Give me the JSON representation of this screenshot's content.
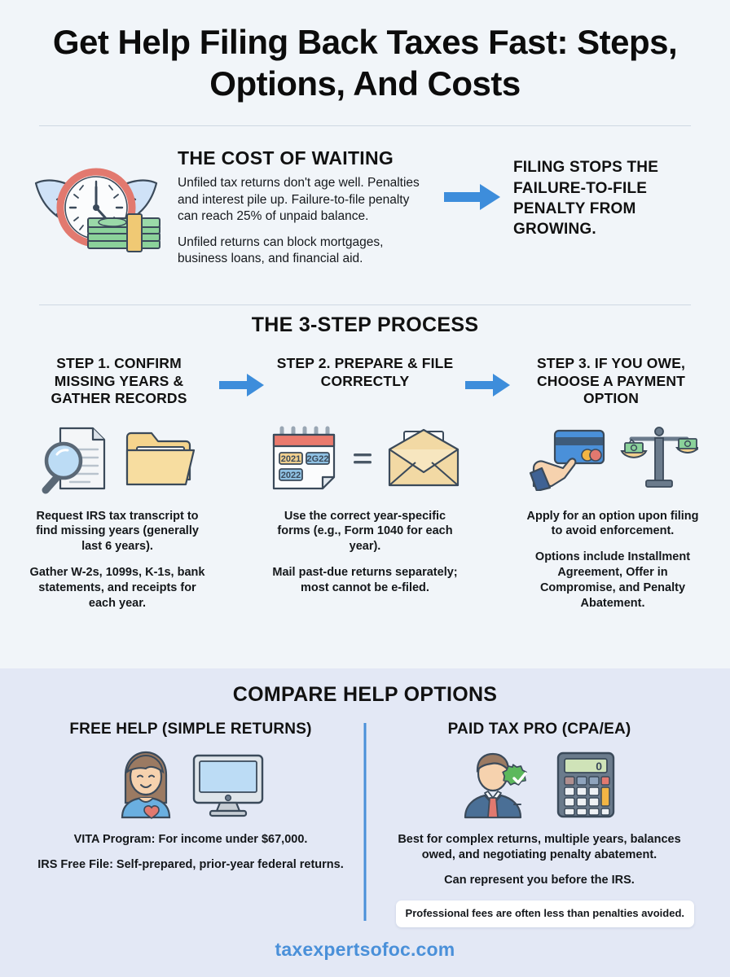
{
  "title": "Get Help Filing Back Taxes Fast: Steps, Options, And Costs",
  "cost_section": {
    "heading": "THE COST OF WAITING",
    "paragraphs": [
      "Unfiled tax returns don't age well. Penalties and interest pile up. Failure-to-file penalty can reach 25% of unpaid balance.",
      "Unfiled returns can block mortgages, business loans, and financial aid."
    ],
    "callout": "FILING STOPS THE FAILURE-TO-FILE PENALTY FROM GROWING.",
    "icon": "winged-clock-money-icon",
    "arrow": "arrow-right-icon"
  },
  "process_section": {
    "heading": "THE 3-STEP PROCESS",
    "steps": [
      {
        "title": "STEP 1. CONFIRM MISSING YEARS & GATHER RECORDS",
        "icons": [
          "magnifier-document-icon",
          "folder-icon"
        ],
        "points": [
          "Request IRS tax transcript to find missing years (generally last 6 years).",
          "Gather W-2s, 1099s, K-1s, bank statements, and receipts for each year."
        ]
      },
      {
        "title": "STEP 2. PREPARE & FILE CORRECTLY",
        "icons": [
          "calendar-years-icon",
          "envelope-letter-icon"
        ],
        "calendar_years": [
          "2021",
          "2G22",
          "2022"
        ],
        "points": [
          "Use the correct year-specific forms (e.g., Form 1040 for each year).",
          "Mail past-due returns separately; most cannot be e-filed."
        ]
      },
      {
        "title": "STEP 3. IF YOU OWE, CHOOSE A PAYMENT OPTION",
        "icons": [
          "hand-credit-card-icon",
          "balance-scale-money-icon"
        ],
        "points": [
          "Apply for an option upon filing to avoid enforcement.",
          "Options include Installment Agreement, Offer in Compromise, and Penalty Abatement."
        ]
      }
    ]
  },
  "compare_section": {
    "heading": "COMPARE HELP OPTIONS",
    "options": [
      {
        "title": "FREE HELP (SIMPLE RETURNS)",
        "icons": [
          "volunteer-person-icon",
          "desktop-monitor-icon"
        ],
        "points": [
          "VITA Program: For income under $67,000.",
          "IRS Free File: Self-prepared, prior-year federal returns."
        ]
      },
      {
        "title": "PAID TAX PRO (CPA/EA)",
        "icons": [
          "tax-professional-badge-icon",
          "calculator-icon"
        ],
        "calculator_display": "0",
        "points": [
          "Best for complex returns, multiple years, balances owed, and negotiating penalty abatement.",
          "Can represent you before the IRS."
        ],
        "note": "Professional fees are often less than penalties avoided."
      }
    ]
  },
  "footer": {
    "website": "taxexpertsofoc.com"
  },
  "colors": {
    "background": "#f1f5f9",
    "compare_background": "#e3e8f5",
    "accent_blue": "#4a90d9",
    "text": "#111111"
  }
}
